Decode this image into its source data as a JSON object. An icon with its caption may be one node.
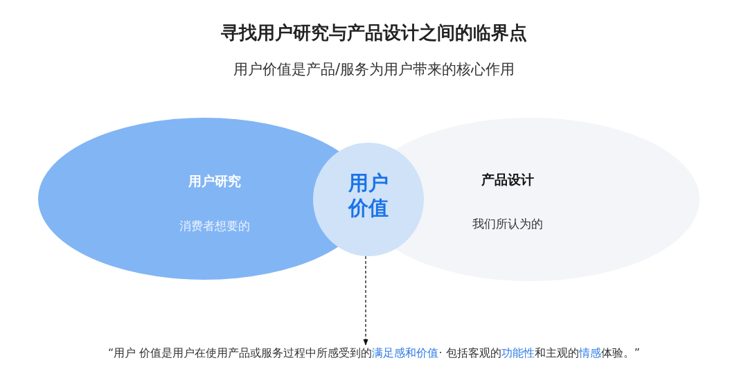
{
  "diagram": {
    "title": "寻找用户研究与产品设计之间的临界点",
    "nodes": [
      {
        "text": [
          "用户研究",
          "消费者想要的"
        ]
      },
      {
        "text": [
          "产品设计",
          "我们所认为的"
        ]
      },
      {
        "text": [
          "用户价值"
        ]
      },
      {
        "text": [
          "“用户 价值是用户在使用产品或服务过程中所感受到的**满足感和价值**· 包括客观的**功能性**和主观的**情感**体验。”"
        ]
      }
    ],
    "edges": [
      {
        "from": 2,
        "to": 3,
        "arrow": "to",
        "style": "dashed"
      }
    ],
    "labels": [
      "用户价值是产品/服务为用户带来的核心作用"
    ]
  }
}
